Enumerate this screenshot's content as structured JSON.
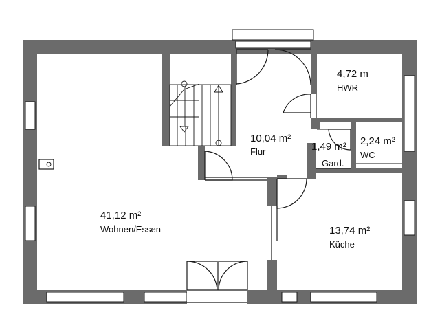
{
  "rooms": {
    "wohnen": {
      "area": "41,12 m²",
      "name": "Wohnen/Essen"
    },
    "flur": {
      "area": "10,04 m²",
      "name": "Flur"
    },
    "hwr": {
      "area": "4,72 m",
      "name": "HWR"
    },
    "wc": {
      "area": "2,24 m²",
      "name": "WC"
    },
    "gard": {
      "area": "1,49 m²",
      "name": "Gard."
    },
    "kueche": {
      "area": "13,74 m²",
      "name": "Küche"
    }
  }
}
